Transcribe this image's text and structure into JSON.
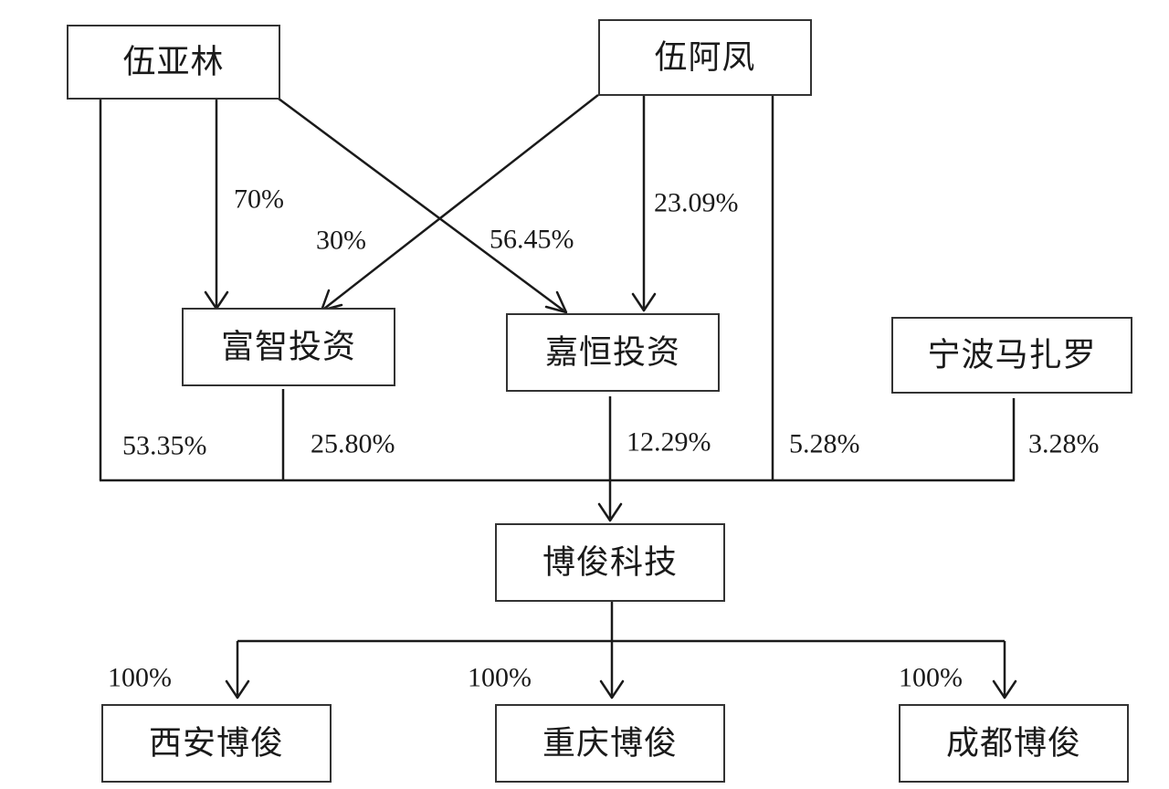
{
  "nodes": {
    "wu_yalin": "伍亚林",
    "wu_afeng": "伍阿凤",
    "fuzhi": "富智投资",
    "jiaheng": "嘉恒投资",
    "ningbo": "宁波马扎罗",
    "bojun": "博俊科技",
    "xian": "西安博俊",
    "chongqing": "重庆博俊",
    "chengdu": "成都博俊"
  },
  "edges": {
    "yalin_to_fuzhi": "70%",
    "afeng_to_fuzhi": "30%",
    "yalin_to_jiaheng": "56.45%",
    "afeng_to_jiaheng": "23.09%",
    "yalin_to_bojun": "53.35%",
    "fuzhi_to_bojun": "25.80%",
    "jiaheng_to_bojun": "12.29%",
    "afeng_to_bojun": "5.28%",
    "ningbo_to_bojun": "3.28%",
    "bojun_to_xian": "100%",
    "bojun_to_chongqing": "100%",
    "bojun_to_chengdu": "100%"
  }
}
